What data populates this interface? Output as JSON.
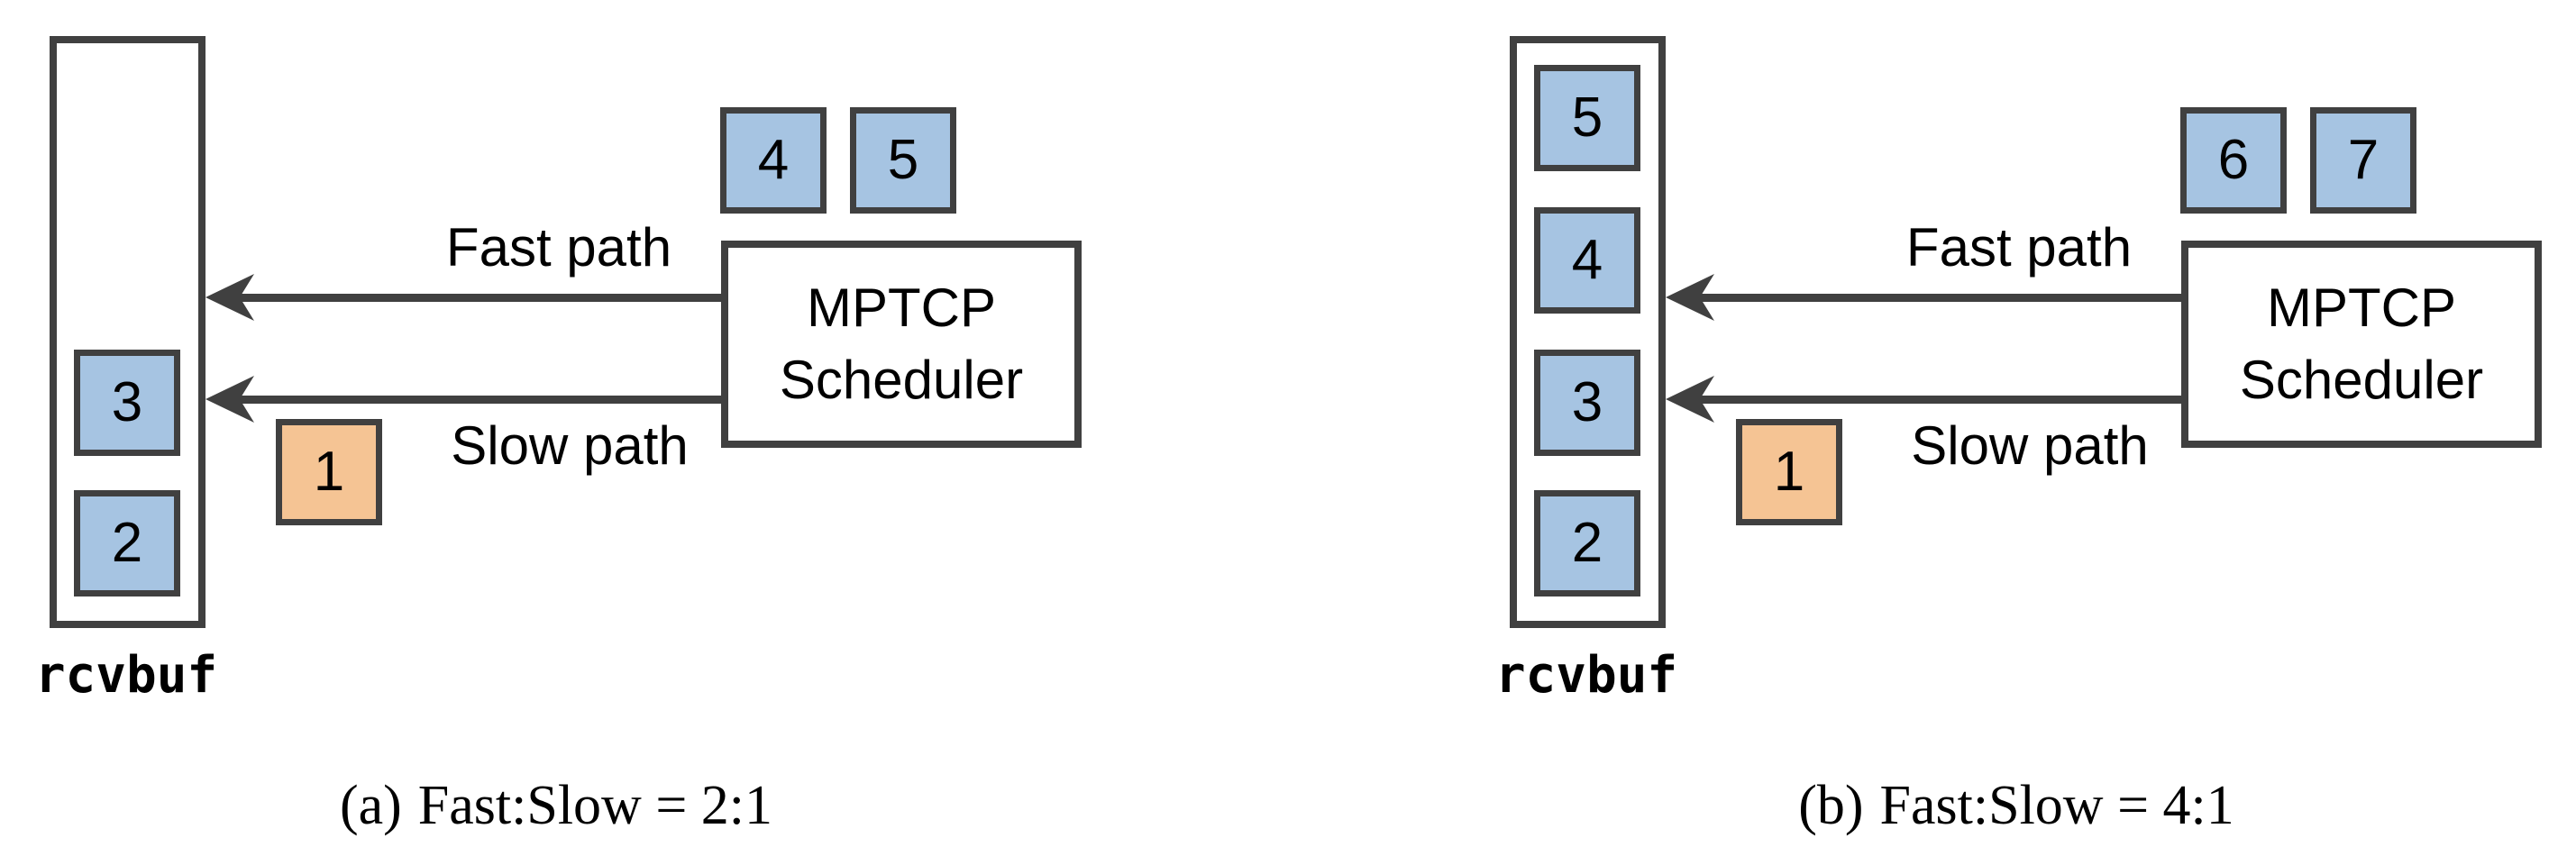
{
  "figures": [
    {
      "caption_tag": "(a)",
      "caption_text": "Fast:Slow = 2:1",
      "rcvbuf_label": "rcvbuf",
      "buffer_boxes": [
        "3",
        "2"
      ],
      "scheduler_queue_boxes": [
        "4",
        "5"
      ],
      "slow_packet": "1",
      "scheduler_line1": "MPTCP",
      "scheduler_line2": "Scheduler",
      "fast_path_label": "Fast path",
      "slow_path_label": "Slow path"
    },
    {
      "caption_tag": "(b)",
      "caption_text": "Fast:Slow = 4:1",
      "rcvbuf_label": "rcvbuf",
      "buffer_boxes": [
        "5",
        "4",
        "3",
        "2"
      ],
      "scheduler_queue_boxes": [
        "6",
        "7"
      ],
      "slow_packet": "1",
      "scheduler_line1": "MPTCP",
      "scheduler_line2": "Scheduler",
      "fast_path_label": "Fast path",
      "slow_path_label": "Slow path"
    }
  ],
  "colors": {
    "packet_blue": "#a6c4e2",
    "packet_orange": "#f5c494",
    "line_gray": "#404040"
  }
}
